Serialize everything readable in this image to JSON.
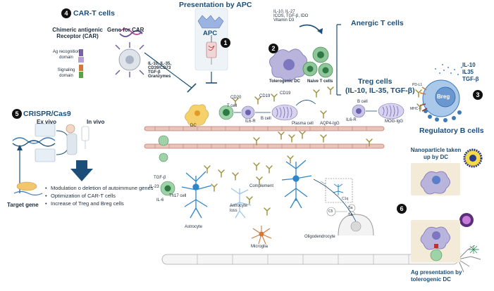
{
  "sections": {
    "car_t": {
      "number": "4",
      "title": "CAR-T cells",
      "car_label": "Chimeric antigenic Receptor (CAR)",
      "gene_label": "Gene for CAR",
      "ag_domain": "Ag recognition domain",
      "signal_domain": "Signaling domain",
      "secreted": [
        "IL-10, IL-35,",
        "CD39/CD73",
        "TGF-β",
        "Granzymes"
      ]
    },
    "apc": {
      "number": "1",
      "title": "Presentation by APC",
      "cell_label": "APC"
    },
    "tolerogenic_dc": {
      "number": "2",
      "cytokines": [
        "IL-10, IL-27",
        "ICOS, TGF-β, IDO",
        "Vitamin D3"
      ],
      "dc_label": "Tolerogenic DC",
      "naive_label": "Naive T cells",
      "anergic_label": "Anergic T cells",
      "treg_label": "Treg cells",
      "treg_cytokines": "(IL-10, IL-35, TGF-β)"
    },
    "breg": {
      "number": "3",
      "cytokines": [
        "IL-10",
        "IL35",
        "TGF-β"
      ],
      "cell_label": "Breg",
      "markers": [
        "PD-L1",
        "MHC-II"
      ],
      "title": "Regulatory B cells"
    },
    "crispr": {
      "number": "5",
      "title": "CRISPR/Cas9",
      "ex_vivo": "Ex vivo",
      "in_vivo": "In vivo",
      "target_gene": "Target gene",
      "bullets": [
        "Modulation o deletion of autoimmune genes",
        "Optimization of CAR-T cells",
        "Increase of Treg and Breg cells"
      ]
    },
    "nanoparticle": {
      "number": "6",
      "top_label": "Nanoparticle taken up by DC",
      "bottom_label": "Ag presentation by tolerogenic DC"
    }
  },
  "central": {
    "labels": {
      "cd20": "CD20",
      "cd19_a": "CD19",
      "cd19_b": "CD19",
      "t_cell": "T cell",
      "dc": "DC",
      "il6r_a": "IL6-R",
      "b_cell_a": "B cell",
      "plasma": "Plasma cell",
      "aqp4": "AQP4-IgG",
      "b_cell_b": "B cell",
      "il6r_b": "IL6-R",
      "mog": "MOG-IgG",
      "tgfb": "TGF-β",
      "il23": "IL-23",
      "il6": "IL-6",
      "th17": "Th17 cell",
      "astrocyte": "Astrocyte",
      "astro_loss": "Astrocyte loss",
      "complement": "Complement",
      "microglia": "Microglia",
      "c1q": "C1q",
      "c5": "C5",
      "c5a": "5a",
      "c5b": "5b",
      "oligo": "Oligodendrocyte"
    }
  },
  "colors": {
    "dark_navy": "#1a4e78",
    "green_cell": "#7fb88a",
    "purple_cell": "#8c86c7",
    "antibody_olive": "#9c8e3a",
    "astrocyte_blue": "#2e86c8",
    "vessel_red": "#c47b6e"
  }
}
